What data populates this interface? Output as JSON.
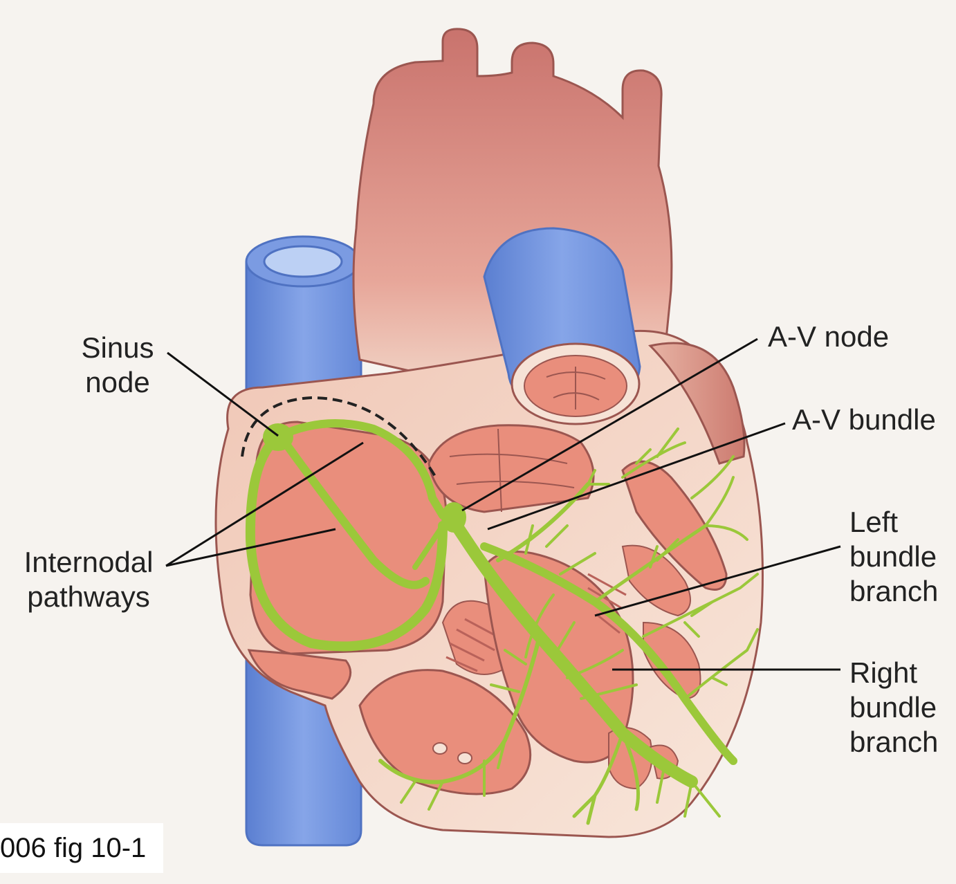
{
  "labels": {
    "sinus_node": [
      "Sinus",
      "node"
    ],
    "internodal_pathways": [
      "Internodal",
      "pathways"
    ],
    "av_node": "A-V node",
    "av_bundle": "A-V bundle",
    "left_bundle_branch": [
      "Left",
      "bundle",
      "branch"
    ],
    "right_bundle_branch": [
      "Right",
      "bundle",
      "branch"
    ]
  },
  "caption": "006 fig 10-1",
  "colors": {
    "muscle": "#e98e7c",
    "aorta": "#dc8f83",
    "vein": "#6f93de",
    "conduction": "#9bc83a",
    "background": "#f6f3ef"
  }
}
